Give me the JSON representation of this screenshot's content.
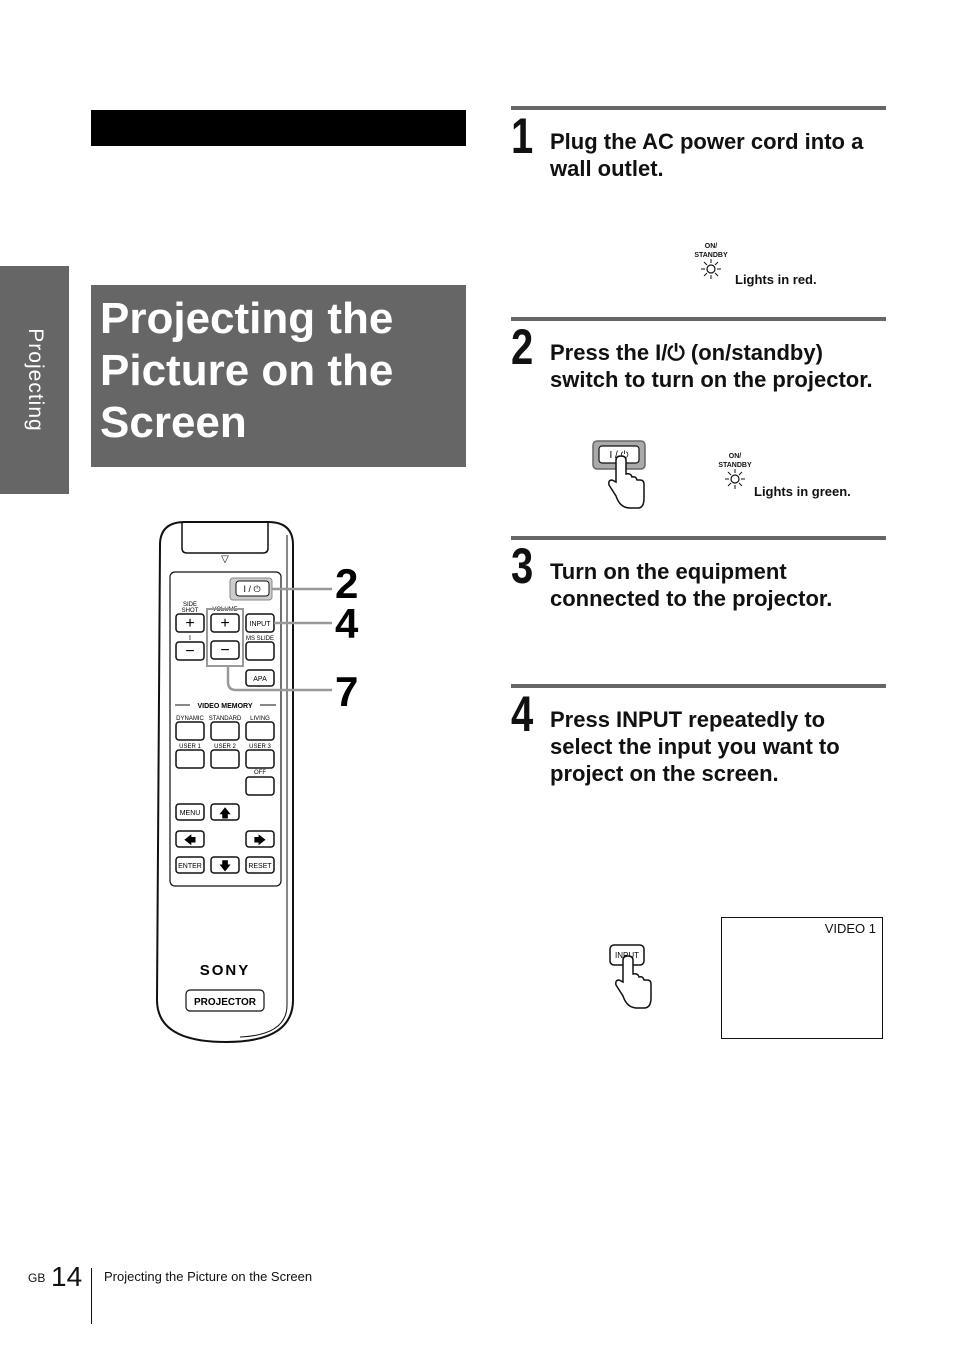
{
  "side_tab": {
    "label": "Projecting"
  },
  "title": {
    "line1": "Projecting the",
    "line2": "Picture on the",
    "line3": "Screen"
  },
  "remote": {
    "callouts": [
      "2",
      "4",
      "7"
    ],
    "power_label": "I / ⏻",
    "side_shot_label": "SIDE\nSHOT",
    "volume_label": "VOLUME",
    "input_label": "INPUT",
    "ms_slide_label": "MS SLIDE",
    "apa_label": "APA",
    "video_memory_label": "VIDEO MEMORY",
    "memory_labels": [
      "DYNAMIC",
      "STANDARD",
      "LIVING",
      "USER 1",
      "USER 2",
      "USER 3",
      "OFF"
    ],
    "menu_label": "MENU",
    "enter_label": "ENTER",
    "reset_label": "RESET",
    "brand": "SONY",
    "model_label": "PROJECTOR"
  },
  "steps": [
    {
      "number": "1",
      "text": "Plug the AC power cord into a wall outlet."
    },
    {
      "number": "2",
      "text": "Press the I/⏻ (on/standby) switch to turn on the projector."
    },
    {
      "number": "3",
      "text": "Turn on the equipment connected to the projector."
    },
    {
      "number": "4",
      "text": "Press INPUT repeatedly to select the input you want to project on the screen."
    }
  ],
  "indicator": {
    "label_line1": "ON/",
    "label_line2": "STANDBY",
    "red_caption": "Lights in red.",
    "green_caption": "Lights in green."
  },
  "power_button_label": "I / ⏻",
  "input_button_label": "INPUT",
  "screen": {
    "label": "VIDEO 1"
  },
  "footer": {
    "lang": "GB",
    "page_number": "14",
    "running_title": "Projecting the Picture on the Screen"
  },
  "colors": {
    "gray_panel": "#666666",
    "rule": "#666666",
    "black_bar": "#000000"
  }
}
